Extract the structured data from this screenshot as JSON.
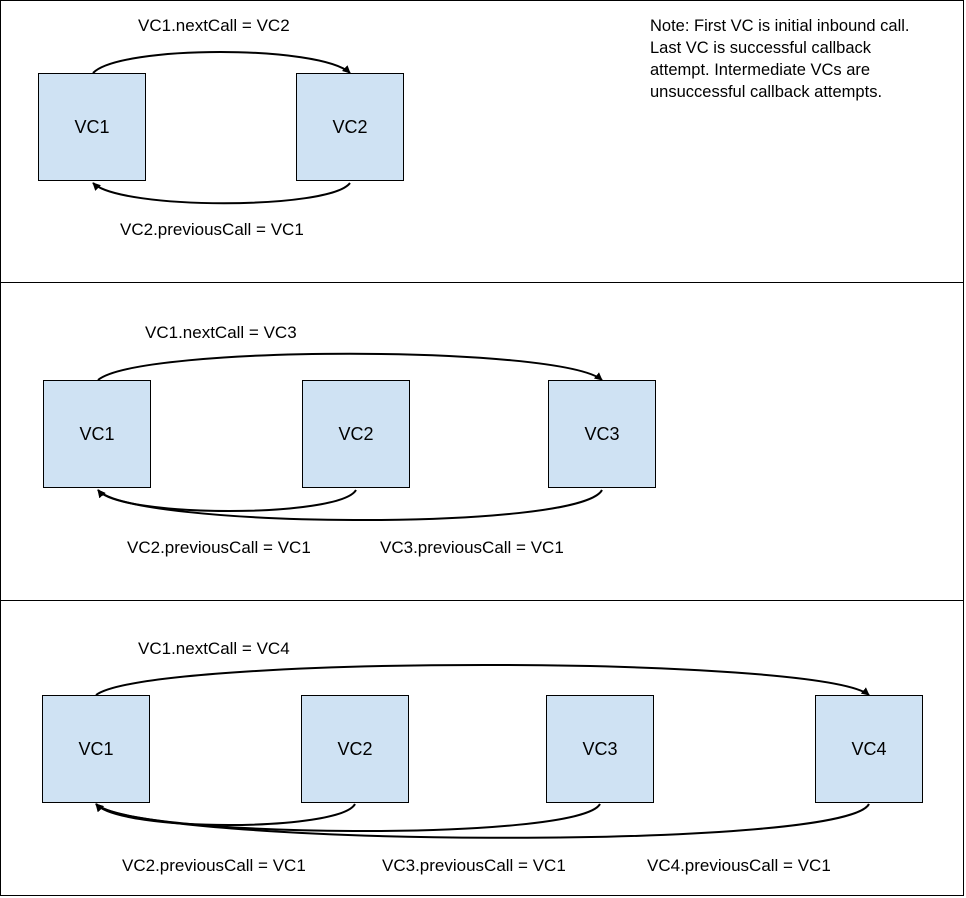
{
  "note": {
    "lines": [
      "Note: First VC is initial inbound call.",
      "Last VC is successful callback",
      "attempt. Intermediate VCs are",
      "unsuccessful callback attempts."
    ]
  },
  "panels": [
    {
      "boxes": [
        "VC1",
        "VC2"
      ],
      "next_label": "VC1.nextCall = VC2",
      "prev_labels": [
        "VC2.previousCall = VC1"
      ]
    },
    {
      "boxes": [
        "VC1",
        "VC2",
        "VC3"
      ],
      "next_label": "VC1.nextCall = VC3",
      "prev_labels": [
        "VC2.previousCall = VC1",
        "VC3.previousCall = VC1"
      ]
    },
    {
      "boxes": [
        "VC1",
        "VC2",
        "VC3",
        "VC4"
      ],
      "next_label": "VC1.nextCall = VC4",
      "prev_labels": [
        "VC2.previousCall = VC1",
        "VC3.previousCall = VC1",
        "VC4.previousCall = VC1"
      ]
    }
  ],
  "colors": {
    "box_fill": "#cfe2f3",
    "stroke": "#000000"
  }
}
